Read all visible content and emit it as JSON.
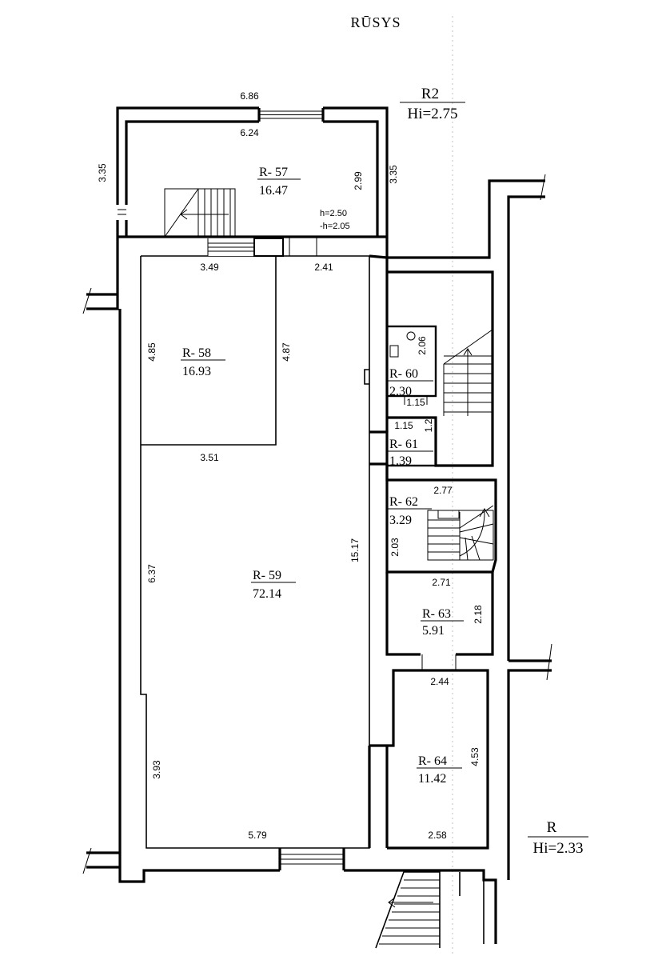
{
  "title": "RŪSYS",
  "levels": [
    {
      "code": "R2",
      "hi": "Hi=2.75"
    },
    {
      "code": "R",
      "hi": "Hi=2.33"
    }
  ],
  "rooms": [
    {
      "id": "R- 57",
      "area": "16.47"
    },
    {
      "id": "R- 58",
      "area": "16.93"
    },
    {
      "id": "R- 59",
      "area": "72.14"
    },
    {
      "id": "R- 60",
      "area": "2.30"
    },
    {
      "id": "R- 61",
      "area": "1.39"
    },
    {
      "id": "R- 62",
      "area": "3.29"
    },
    {
      "id": "R- 63",
      "area": "5.91"
    },
    {
      "id": "R- 64",
      "area": "11.42"
    }
  ],
  "dimensions": {
    "r57_outer_width": "6.86",
    "r57_inner_width": "6.24",
    "r57_left_outer": "3.35",
    "r57_right_outer": "3.35",
    "r57_right_inner": "2.99",
    "r58_top": "3.49",
    "r59_top_right": "2.41",
    "r58_left": "4.85",
    "r58_right": "4.87",
    "r58_bottom": "3.51",
    "r59_left_upper": "6.37",
    "r59_right": "15.17",
    "r59_left_lower": "3.93",
    "r59_bottom": "5.79",
    "r60_right": "2.06",
    "r60_bottom": "1.15",
    "r61_top": "1.15",
    "r61_side": "1.2",
    "r62_top": "2.77",
    "r62_left": "2.03",
    "r63_top": "2.71",
    "r63_right": "2.18",
    "r64_top": "2.44",
    "r64_right": "4.53",
    "r64_bottom": "2.58"
  },
  "notes": {
    "h_upper": "h=2.50",
    "h_lower": "-h=2.05"
  }
}
